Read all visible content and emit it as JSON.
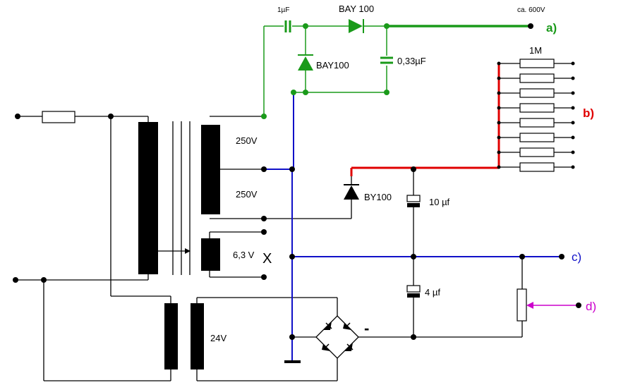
{
  "colors": {
    "black": "#000000",
    "green": "#1a9a1a",
    "blue": "#1010c8",
    "red": "#e00000",
    "magenta": "#cc00cc"
  },
  "labels": {
    "cap_top": "1µF",
    "diode_top": "BAY 100",
    "voltage_top": "ca. 600V",
    "diode_vertical": "BAY100",
    "cap_033": "0,33µF",
    "resistor_1m": "1M",
    "winding_250_a": "250V",
    "winding_250_b": "250V",
    "diode_by100": "BY100",
    "cap_10": "10 µf",
    "winding_63": "6,3 V",
    "marker_x": "X",
    "cap_4": "4 µf",
    "winding_24": "24V",
    "minus_sign": "-"
  },
  "outputs": {
    "a": "a)",
    "b": "b)",
    "c": "c)",
    "d": "d)"
  }
}
